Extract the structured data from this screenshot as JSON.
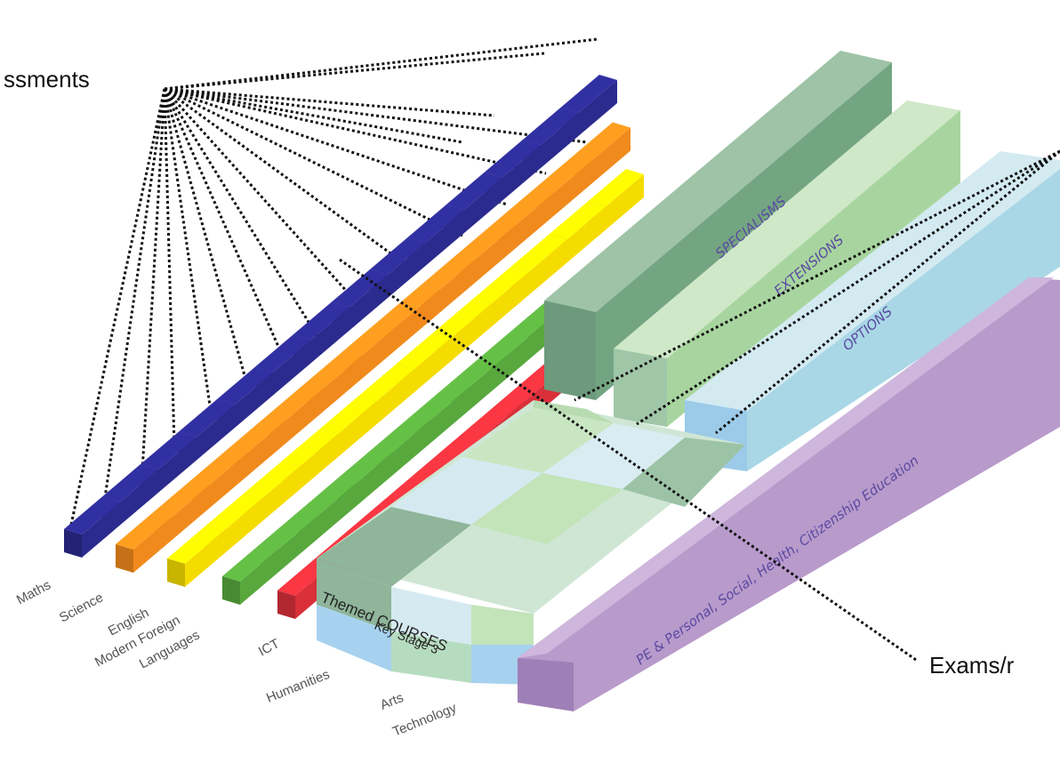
{
  "callouts": {
    "top_left": "ssments",
    "bottom_right": "Exams/r"
  },
  "subject_labels": [
    "Maths",
    "Science",
    "English",
    "Modern Foreign",
    "Languages",
    "ICT"
  ],
  "course_labels": [
    "Humanities",
    "Arts",
    "Technology"
  ],
  "block_labels": {
    "specialisms": "SPECIALISMS",
    "extensions": "EXTENSIONS",
    "options": "OPTIONS",
    "pe": "PE & Personal, Social, Health, Citizenship Education",
    "themed": "Themed COURSES",
    "key_stage": "Key Stage 3"
  },
  "colors": {
    "maths": "#2b2a8e",
    "science": "#f18a1c",
    "english": "#f5dc00",
    "mfl": "#58a83d",
    "ict": "#d9303a",
    "specialisms": "#7fae8d",
    "extensions": "#b6dcb0",
    "options": "#b5dce8",
    "pe": "#b695c9",
    "key_stage": "#a7d2ef"
  }
}
